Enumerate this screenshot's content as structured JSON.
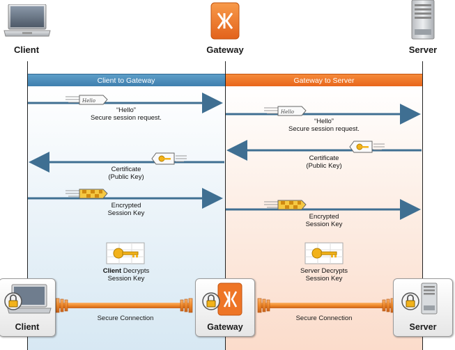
{
  "actors": {
    "client": "Client",
    "gateway": "Gateway",
    "server": "Server"
  },
  "lanes": {
    "left": "Client to Gateway",
    "right": "Gateway to Server"
  },
  "messages": {
    "hello_label": "Hello",
    "hello_1_title": "“Hello”",
    "hello_1_sub": "Secure session request.",
    "hello_2_title": "“Hello”",
    "hello_2_sub": "Secure session request.",
    "cert_2_line1": "Certificate",
    "cert_2_line2": "(Public Key)",
    "cert_1_line1": "Certificate",
    "cert_1_line2": "(Public Key)",
    "enc_1_line1": "Encrypted",
    "enc_1_line2": "Session Key",
    "enc_2_line1": "Encrypted",
    "enc_2_line2": "Session Key",
    "dec_client_line1_a": "Client",
    "dec_client_line1_b": " Decrypts",
    "dec_client_line2": "Session Key",
    "dec_server_line1": "Server Decrypts",
    "dec_server_line2": "Session Key"
  },
  "bottom": {
    "client": "Client",
    "gateway": "Gateway",
    "server": "Server",
    "conn_left": "Secure Connection",
    "conn_right": "Secure Connection"
  },
  "colors": {
    "arrow": "#3f6f92",
    "blue_lane": "#4a8cbc",
    "orange_lane": "#ee7526",
    "cable": "#f08a2a"
  }
}
